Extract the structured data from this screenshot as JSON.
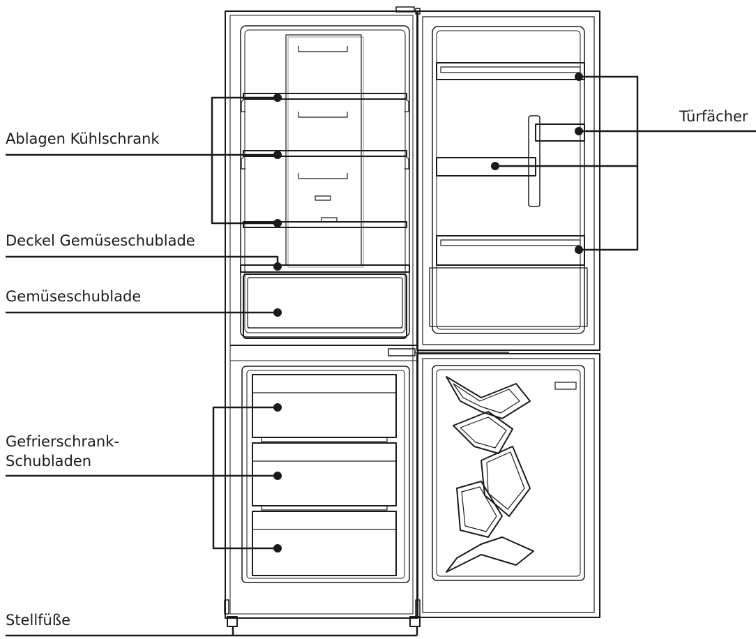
{
  "labels": {
    "shelves": "Ablagen Kühlschrank",
    "crisper_cover": "Deckel Gemüseschublade",
    "crisper": "Gemüseschublade",
    "freezer_drawers_line1": "Gefrierschrank-",
    "freezer_drawers_line2": "Schubladen",
    "feet": "Stellfüße",
    "door_shelves": "Türfächer"
  },
  "colors": {
    "line": "#1a1a1a",
    "background": "#ffffff"
  }
}
